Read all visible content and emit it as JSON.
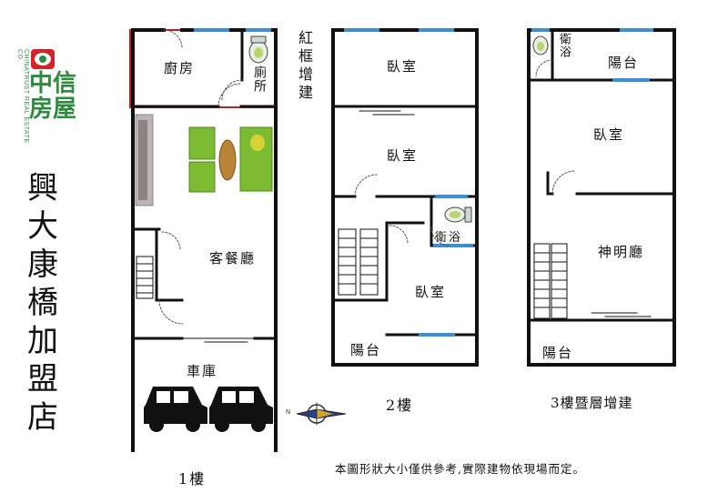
{
  "brand": {
    "name_cn": "中信房屋",
    "name_en": "CHINATRUST REAL ESTATE CO.",
    "logo_icon": "chinatrust-logo-icon"
  },
  "store_name_chars": [
    "興",
    "大",
    "康",
    "橋",
    "加",
    "盟",
    "店"
  ],
  "floor1": {
    "title": "1樓",
    "rooms": {
      "kitchen": "廚房",
      "toilet": "廁所",
      "living_dining": "客餐廳",
      "garage": "車庫"
    }
  },
  "floor2": {
    "title": "2樓",
    "rooms": {
      "bedroom_top": "臥室",
      "bedroom_mid": "臥室",
      "bathroom": "衛浴",
      "bedroom_low": "臥室",
      "balcony": "陽台"
    }
  },
  "floor3": {
    "title": "3樓暨層增建",
    "rooms": {
      "bathroom": "衛浴",
      "balcony_top": "陽台",
      "bedroom": "臥室",
      "shrine_hall": "神明廳",
      "balcony_bottom": "陽台"
    }
  },
  "annotation_red_frame": "紅框增建",
  "disclaimer": "本圖形狀大小僅供參考,實際建物依現場而定。",
  "compass_label": "N",
  "colors": {
    "wall": "#111111",
    "addition_frame": "#b0242a",
    "window": "#3d8fd1",
    "brand_green": "#2e8b3e",
    "sofa_green": "#7dbb33",
    "table_brown": "#b98338"
  }
}
